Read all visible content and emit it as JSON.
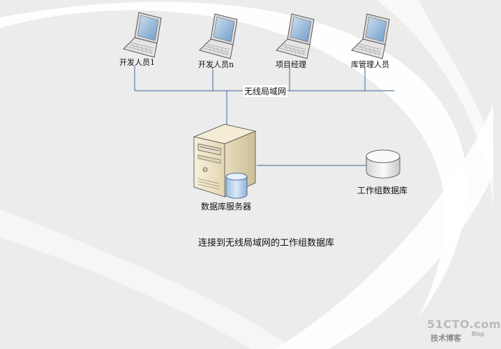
{
  "colors": {
    "background": "#ececec",
    "swoosh": "#ffffff",
    "line": "#5b7fa3",
    "laptop_body": "#d9d9d9",
    "laptop_screen": "#7fa8cf",
    "server_body": "#f1e7cc",
    "database": "#e0e0e0"
  },
  "clients": [
    {
      "label": "开发人员1",
      "icon": "laptop-icon"
    },
    {
      "label": "开发人员n",
      "icon": "laptop-icon"
    },
    {
      "label": "项目经理",
      "icon": "laptop-icon"
    },
    {
      "label": "库管理人员",
      "icon": "laptop-icon"
    }
  ],
  "network": {
    "label": "无线局域网"
  },
  "server": {
    "label": "数据库服务器",
    "icon": "server-icon"
  },
  "database": {
    "label": "工作组数据库",
    "icon": "database-icon"
  },
  "caption": "连接到无线局域网的工作组数据库",
  "watermark": {
    "site": "51CTO.com",
    "sub": "技术博客",
    "blog": "Blog"
  }
}
